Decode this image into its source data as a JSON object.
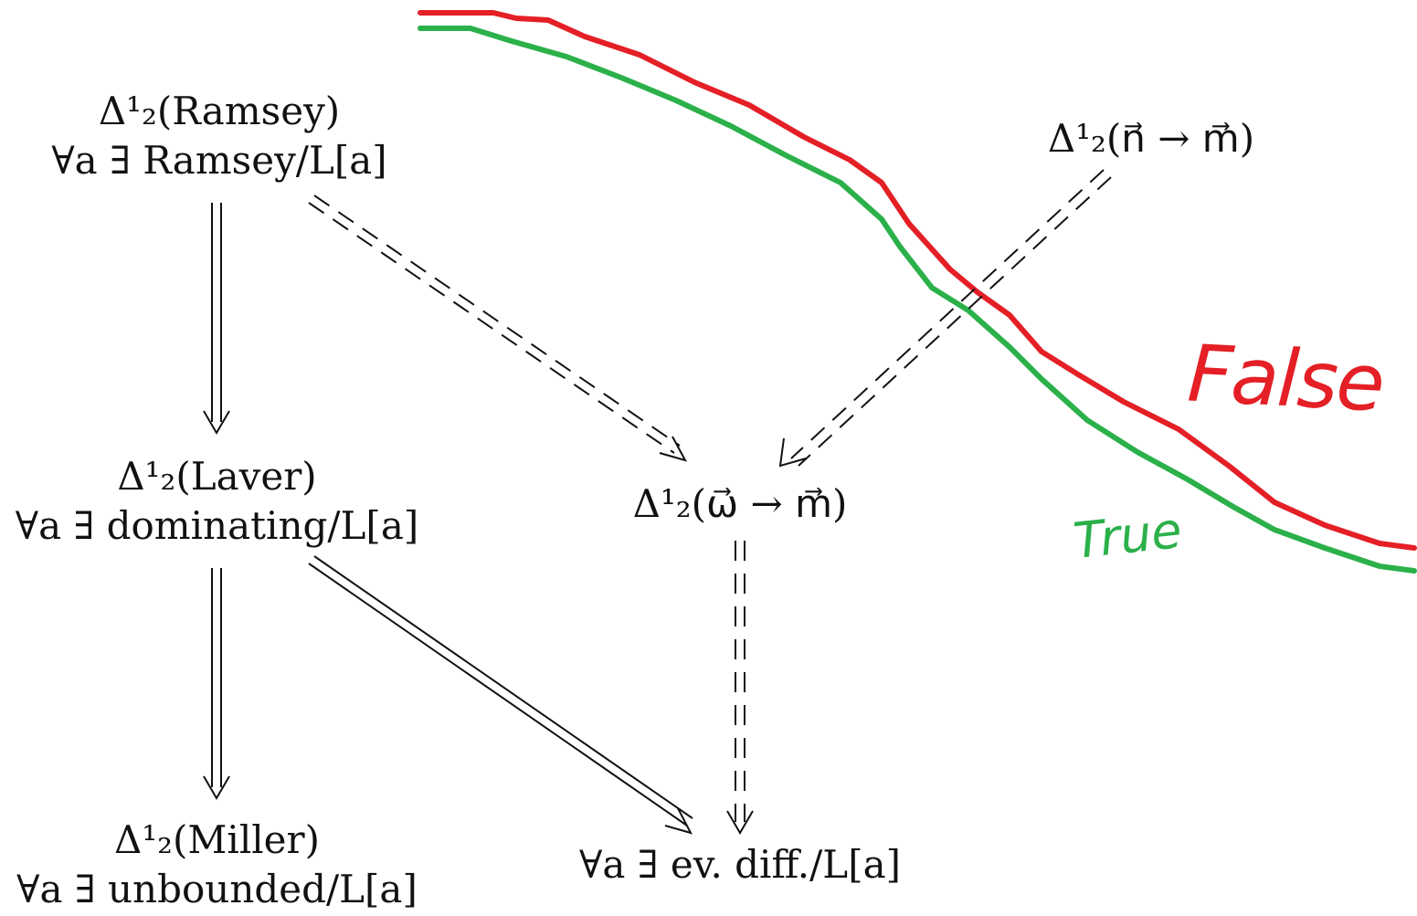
{
  "nodes": {
    "ramsey": {
      "line1": "Δ¹₂(Ramsey)",
      "line2": "∀a ∃ Ramsey/L[a]"
    },
    "laver": {
      "line1": "Δ¹₂(Laver)",
      "line2": "∀a ∃ dominating/L[a]"
    },
    "miller": {
      "line1": "Δ¹₂(Miller)",
      "line2": "∀a ∃ unbounded/L[a]"
    },
    "omega_to_m": {
      "line1": "Δ¹₂(ω⃗ → m⃗)"
    },
    "n_to_m": {
      "line1": "Δ¹₂(n⃗ → m⃗)"
    },
    "evdiff": {
      "line1": "∀a ∃ ev. diff./L[a]"
    }
  },
  "annotations": {
    "false_label": "False",
    "true_label": "True"
  },
  "colors": {
    "false": "#e41f26",
    "true": "#2bb04a",
    "ink": "#111111"
  }
}
